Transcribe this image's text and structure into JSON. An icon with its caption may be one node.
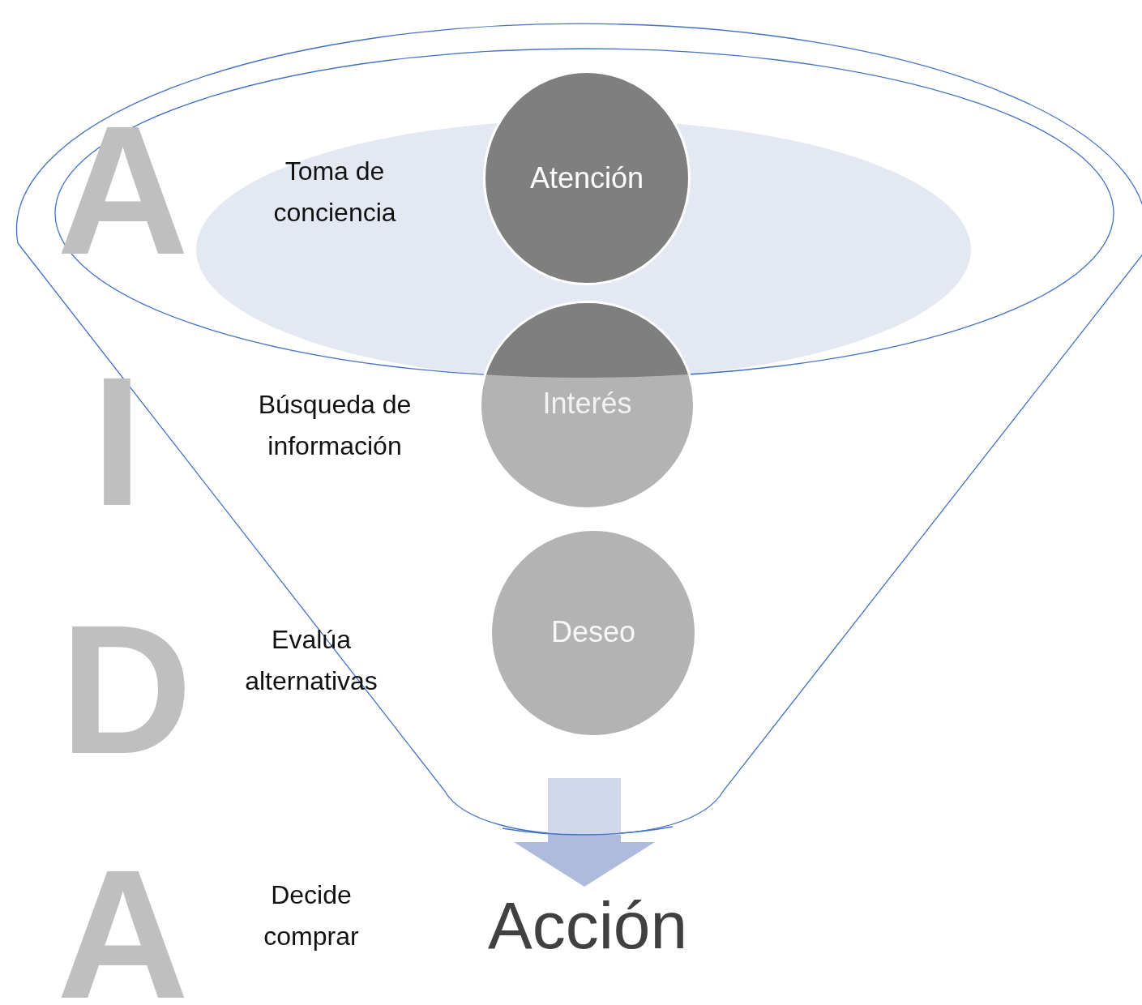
{
  "diagram": {
    "nodes": [
      {
        "text": [
          "Atención"
        ]
      },
      {
        "text": [
          "Interés"
        ]
      },
      {
        "text": [
          "Deseo"
        ]
      },
      {
        "text": [
          "Acción"
        ]
      }
    ],
    "edges": [
      {
        "from": null,
        "to": 3,
        "arrow": "to"
      }
    ],
    "labels": [
      "A",
      "Toma de conciencia",
      "I",
      "Búsqueda de información",
      "D",
      "Evalúa alternativas",
      "A",
      "Decide comprar"
    ]
  }
}
